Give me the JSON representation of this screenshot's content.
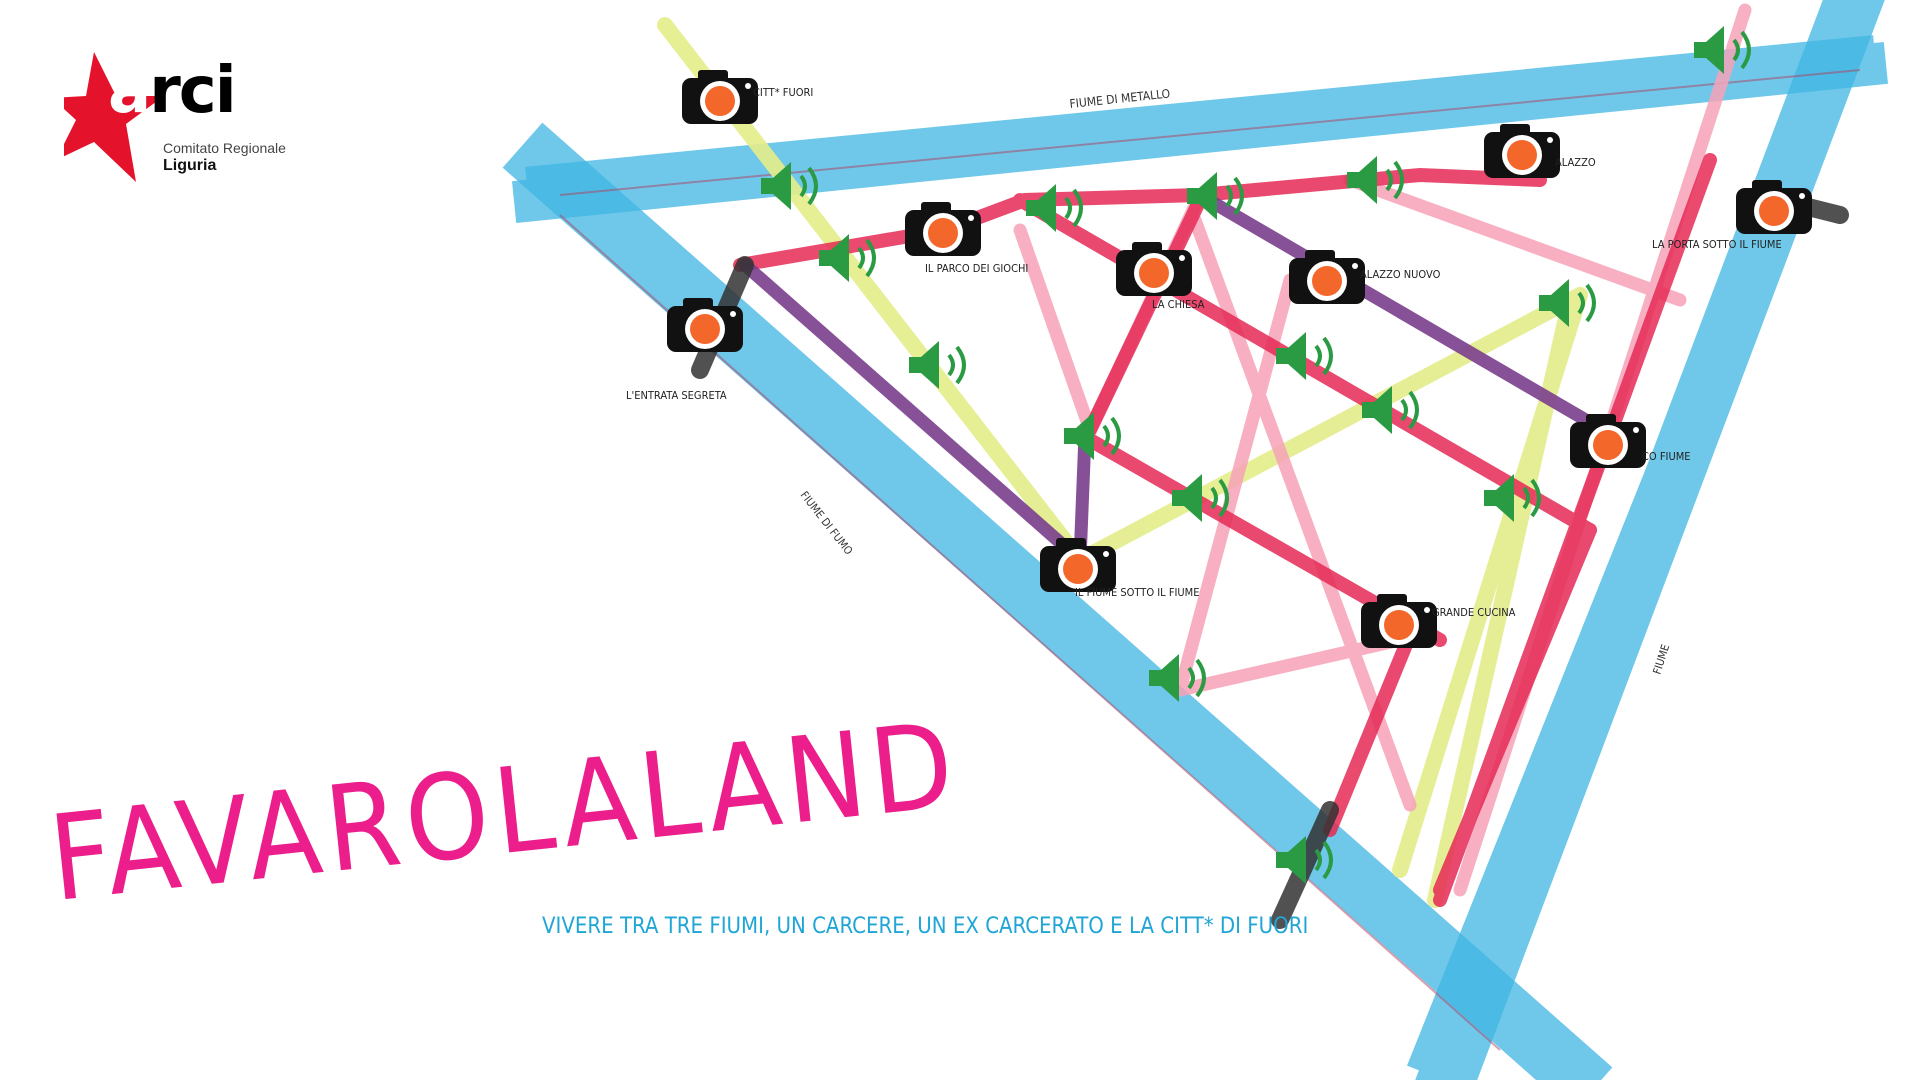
{
  "logo": {
    "word_a": "a",
    "word_rest": "rci",
    "subtitle1": "Comitato Regionale",
    "subtitle2": "Liguria",
    "accent": "#e4122a"
  },
  "title": "FAVAROLALAND",
  "subtitle": "VIVERE TRA TRE FIUMI, UN CARCERE, UN EX CARCERATO E LA CITT* DI FUORI",
  "colors": {
    "river": "#3fb6e3",
    "red_line": "#e62a55",
    "pink_line": "#f7a2b8",
    "purple_line": "#7a3e8c",
    "yellow_line": "#e4ed8a",
    "dark_line": "#333333",
    "title": "#ec1e8c",
    "subtitle": "#1fa6d6",
    "speaker": "#2a9a43",
    "camera_lens": "#f4672a"
  },
  "river_labels": [
    "FIUME DI METALLO",
    "FIUME DI FUMO",
    "FIUME"
  ],
  "places": [
    {
      "id": "citta-fuori",
      "label": "CITT* FUORI"
    },
    {
      "id": "palazzo",
      "label": "ALAZZO"
    },
    {
      "id": "porta-sotto",
      "label": "LA PORTA SOTTO IL FIUME"
    },
    {
      "id": "parco-giochi",
      "label": "IL PARCO DEI GIOCHI"
    },
    {
      "id": "chiesa",
      "label": "LA CHIESA"
    },
    {
      "id": "palazzo-nuovo",
      "label": "ALAZZO NUOVO"
    },
    {
      "id": "entrata-segreta",
      "label": "L'ENTRATA SEGRETA"
    },
    {
      "id": "parco-fiume",
      "label": "CO FIUME"
    },
    {
      "id": "fiume-sotto",
      "label": "IL FIUME SOTTO IL FIUME"
    },
    {
      "id": "grande-cucina",
      "label": "GRANDE CUCINA"
    }
  ],
  "camera_icon": "camera-icon",
  "speaker_icon": "speaker-icon"
}
